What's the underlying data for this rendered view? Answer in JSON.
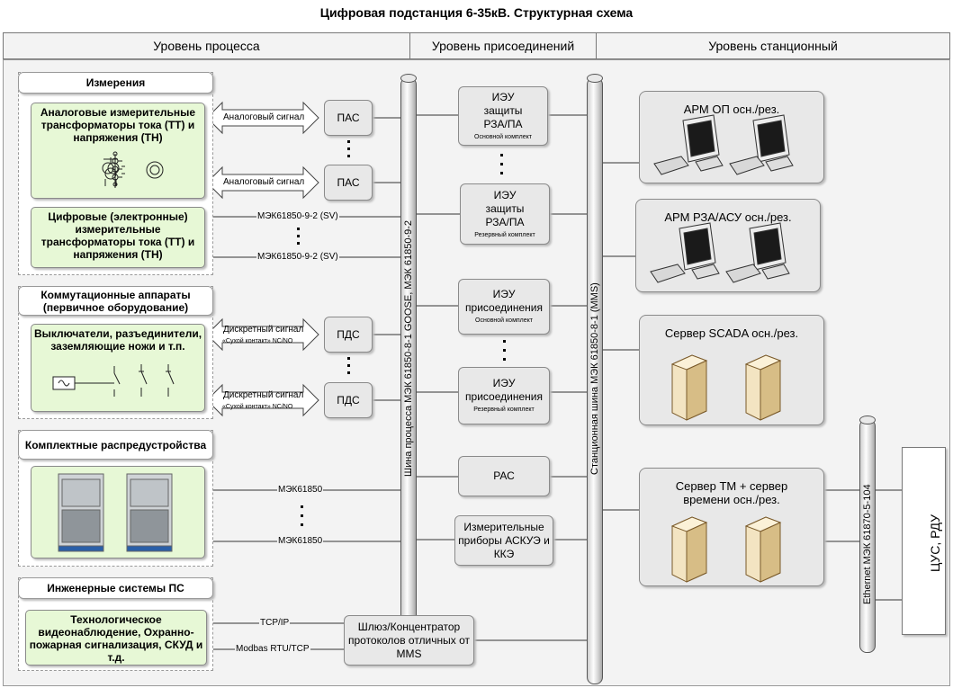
{
  "title": "Цифровая подстанция 6-35кВ. Структурная схема",
  "headers": {
    "process": "Уровень процесса",
    "bay": "Уровень присоединений",
    "station": "Уровень станционный"
  },
  "left": {
    "measurements": {
      "label": "Измерения",
      "analog_tt": "Аналоговые измерительные трансформаторы тока (ТТ) и напряжения (ТН)",
      "digital_tt": "Цифровые (электронные) измерительные трансформаторы тока (ТТ) и напряжения (ТН)"
    },
    "switching": {
      "label": "Коммутационные аппараты (первичное оборудование)",
      "devices": "Выключатели, разъединители, заземляющие ножи и т.п."
    },
    "kru": {
      "label": "Комплектные распредустройства"
    },
    "engineering": {
      "label": "Инженерные системы ПС",
      "systems": "Технологическое видеонаблюдение, Охранно-пожарная сигнализация, СКУД и т.д."
    }
  },
  "signals": {
    "analog": "Аналоговый сигнал",
    "sv": "МЭК61850-9-2 (SV)",
    "discrete": "Дискретный сигнал",
    "dry_contact": "«Сухой контакт» NC/NO",
    "iec61850": "МЭК61850",
    "tcp": "TCP/IP",
    "modbus": "Modbas RTU/TCP"
  },
  "converters": {
    "pas": "ПАС",
    "pds": "ПДС"
  },
  "buses": {
    "process": "Шина процесса МЭК 61850-8-1 GOOSE, МЭК 61850-9-2",
    "station": "Станционная шина МЭК 61850-8-1 (MMS)",
    "ethernet": "Ethernet МЭК 61870-5-104"
  },
  "ied": {
    "rza_main": {
      "title": "ИЭУ защиты РЗА/ПА",
      "sub": "Основной комплект"
    },
    "rza_reserve": {
      "title": "ИЭУ защиты РЗА/ПА",
      "sub": "Резервный комплект"
    },
    "bay_main": {
      "title": "ИЭУ присоединения",
      "sub": "Основной комплект"
    },
    "bay_reserve": {
      "title": "ИЭУ присоединения",
      "sub": "Резервный комплект"
    },
    "pac": "РАС",
    "meters": "Измерительные приборы АСКУЭ и ККЭ",
    "gateway": "Шлюз/Концентратор протоколов отличных от MMS"
  },
  "station": {
    "arm_op": "АРМ ОП осн./рез.",
    "arm_rza": "АРМ РЗА/АСУ осн./рез.",
    "scada": "Сервер SCADA осн./рез.",
    "tm": "Сервер ТМ + сервер времени осн./рез."
  },
  "cus": "ЦУС, РДУ",
  "colors": {
    "green": "#e7f8d6",
    "device": "#e8e8e8",
    "background": "#f3f3f3"
  }
}
